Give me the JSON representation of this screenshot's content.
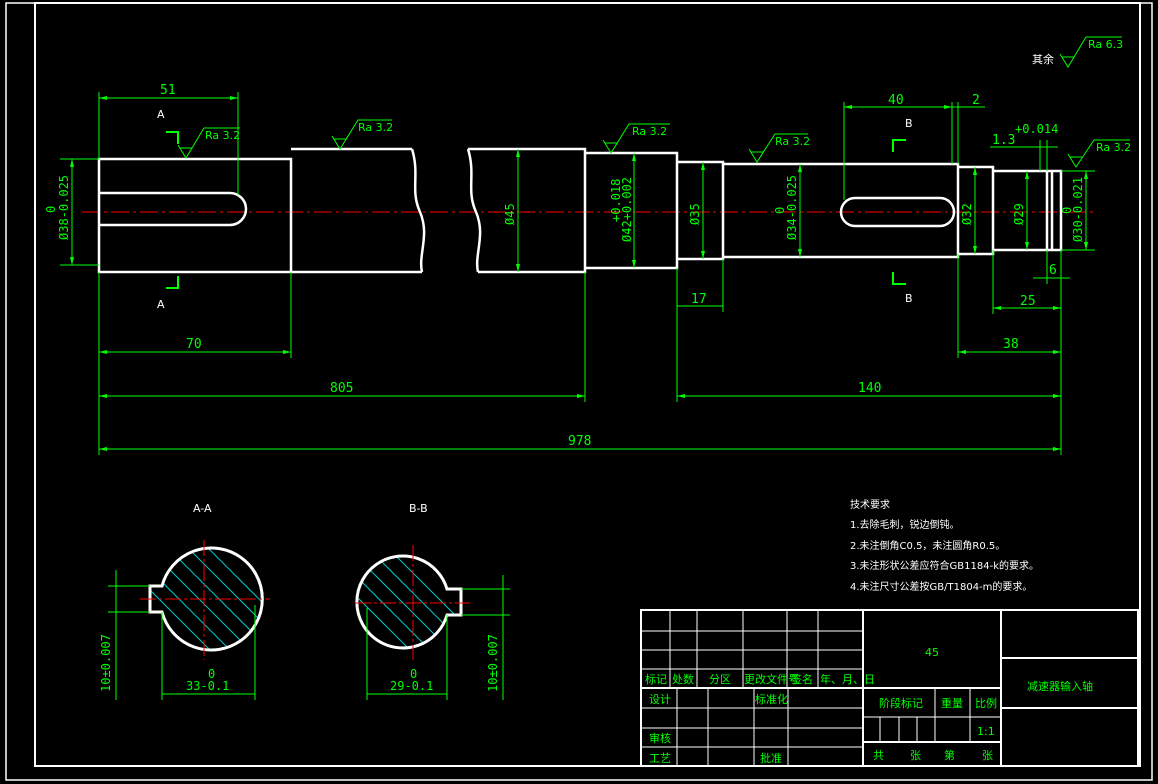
{
  "dims": {
    "d51": "51",
    "d70": "70",
    "d805": "805",
    "d978": "978",
    "d40": "40",
    "d2": "2",
    "d17": "17",
    "d140": "140",
    "d38": "38",
    "d25": "25",
    "d6": "6",
    "d1_3": "1.3",
    "d1_3tol": "+0.014",
    "dia38": "Ø38-0.025",
    "dia38_0": "0",
    "dia45": "Ø45",
    "dia42": "Ø42+0.002",
    "dia42_up": "+0.018",
    "dia35": "Ø35",
    "dia34": "Ø34-0.025",
    "dia34_0": "0",
    "dia32": "Ø32",
    "dia29": "Ø29",
    "dia30": "Ø30-0.021",
    "dia30_0": "0",
    "sec_a_w": "33-0.1",
    "sec_a_w0": "0",
    "sec_a_h": "10±0.007",
    "sec_b_w": "29-0.1",
    "sec_b_w0": "0",
    "sec_b_h": "10±0.007"
  },
  "roughness": {
    "r1": "Ra 3.2",
    "r2": "Ra 3.2",
    "r3": "Ra 3.2",
    "r4": "Ra 3.2",
    "r5": "Ra 3.2",
    "rest_label": "其余",
    "rest_value": "Ra 6.3"
  },
  "sections": {
    "a_mark": "A",
    "b_mark": "B",
    "a_title": "A-A",
    "b_title": "B-B"
  },
  "notes": {
    "title": "技术要求",
    "items": [
      "1.去除毛刺，锐边倒钝。",
      "2.未注倒角C0.5，未注圆角R0.5。",
      "3.未注形状公差应符合GB1184-k的要求。",
      "4.未注尺寸公差按GB/T1804-m的要求。"
    ]
  },
  "title_block": {
    "material": "45",
    "part_name": "减速器输入轴",
    "headers": [
      "标记",
      "处数",
      "分区",
      "更改文件号",
      "签名",
      "年、月、日"
    ],
    "design": "设计",
    "standard": "标准化",
    "review": "审核",
    "process": "工艺",
    "approve": "批准",
    "stage": "阶段标记",
    "weight": "重量",
    "scale_label": "比例",
    "scale_value": "1:1",
    "total_label": "共",
    "sheets_label": "张",
    "page_label": "第",
    "sheet_label": "张"
  }
}
